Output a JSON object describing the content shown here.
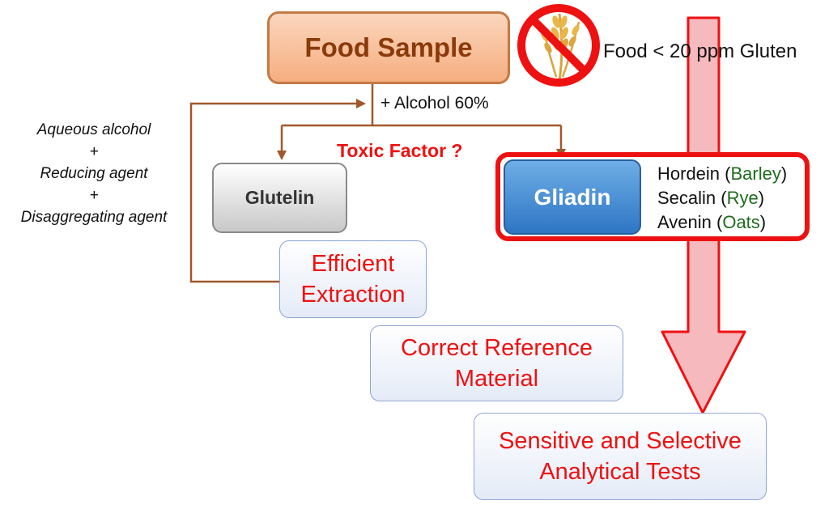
{
  "nodes": {
    "food_sample": "Food Sample",
    "glutelin": "Glutelin",
    "gliadin": "Gliadin",
    "toxic_factor": "Toxic Factor ?",
    "alcohol": "+ Alcohol 60%",
    "no_gluten_label": "Food < 20 ppm Gluten"
  },
  "extraction_reagents": [
    "Aqueous alcohol",
    "+",
    "Reducing agent",
    "+",
    "Disaggregating agent"
  ],
  "prolamins": [
    {
      "name": "Hordein",
      "source": "Barley"
    },
    {
      "name": "Secalin",
      "source": "Rye"
    },
    {
      "name": "Avenin",
      "source": "Oats"
    }
  ],
  "requirements": [
    {
      "line1": "Efficient",
      "line2": "Extraction"
    },
    {
      "line1": "Correct Reference",
      "line2": "Material"
    },
    {
      "line1": "Sensitive and Selective",
      "line2": "Analytical Tests"
    }
  ],
  "colors": {
    "arrow_brown": "#a0582c",
    "alert_red": "#ee1111",
    "big_arrow_fill": "#f6b9bd",
    "gliadin_blue": "#3a86d6",
    "source_green": "#1e6b1e"
  }
}
